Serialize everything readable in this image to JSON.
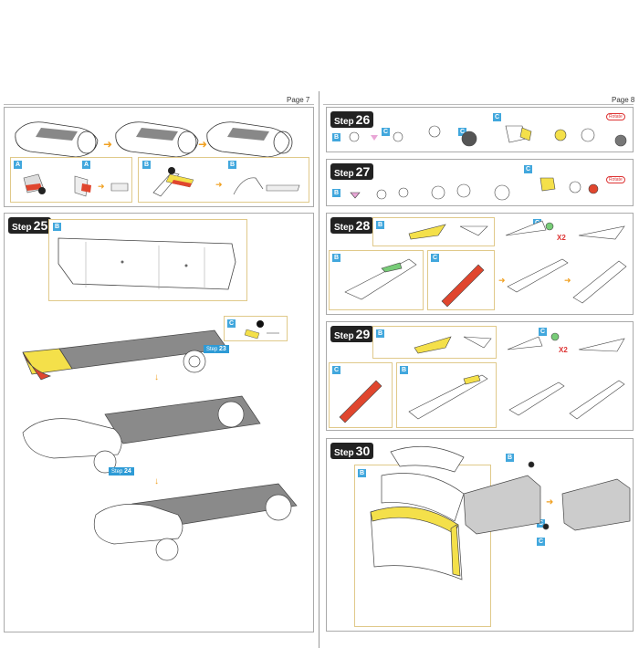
{
  "pages": {
    "left": "Page 7",
    "right": "Page 8"
  },
  "steps": {
    "s25": {
      "word": "Step",
      "num": "25"
    },
    "s26": {
      "word": "Step",
      "num": "26"
    },
    "s27": {
      "word": "Step",
      "num": "27"
    },
    "s28": {
      "word": "Step",
      "num": "28"
    },
    "s29": {
      "word": "Step",
      "num": "29"
    },
    "s30": {
      "word": "Step",
      "num": "30"
    }
  },
  "refs": {
    "ref23": {
      "word": "Step",
      "num": "23"
    },
    "ref24": {
      "word": "Step",
      "num": "24"
    }
  },
  "letters": {
    "a": "A",
    "b": "B",
    "c": "C"
  },
  "multipliers": {
    "x2": "X2"
  },
  "rotate": "Rotate",
  "colors": {
    "accent_blue": "#41a7dd",
    "yellow": "#f4e04a",
    "red": "#e0462e",
    "orange_arrow": "#f0a020",
    "gray_part": "#8a8a8a"
  }
}
